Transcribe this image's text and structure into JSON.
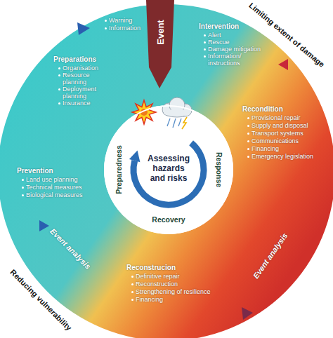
{
  "diagram": {
    "nodes": [
      {
        "text": [
          "Assessing hazards and risks",
          "Preparedness",
          "Response",
          "Recovery"
        ]
      },
      {
        "text": [
          "Event"
        ]
      }
    ],
    "labels": [
      "Limiting extent of damage",
      "Warning",
      "Information",
      "Intervention",
      "Alert",
      "Rescue",
      "Damage mitigation",
      "Information/ instructions",
      "Preparations",
      "Organisation",
      "Resource planning",
      "Deployment planning",
      "Insurance",
      "Recondition",
      "Provisional repair",
      "Supply and disposal",
      "Transport systems",
      "Communications",
      "Financing",
      "Emergency legislation",
      "Prevention",
      "Land use planning",
      "Technical measures",
      "Biological measures",
      "Event analysis",
      "Event analysis",
      "Reconstrucion",
      "Definitive repair",
      "Reconstruction",
      "Strengthening of resilience",
      "Financing",
      "Reducing vulnerability"
    ]
  }
}
